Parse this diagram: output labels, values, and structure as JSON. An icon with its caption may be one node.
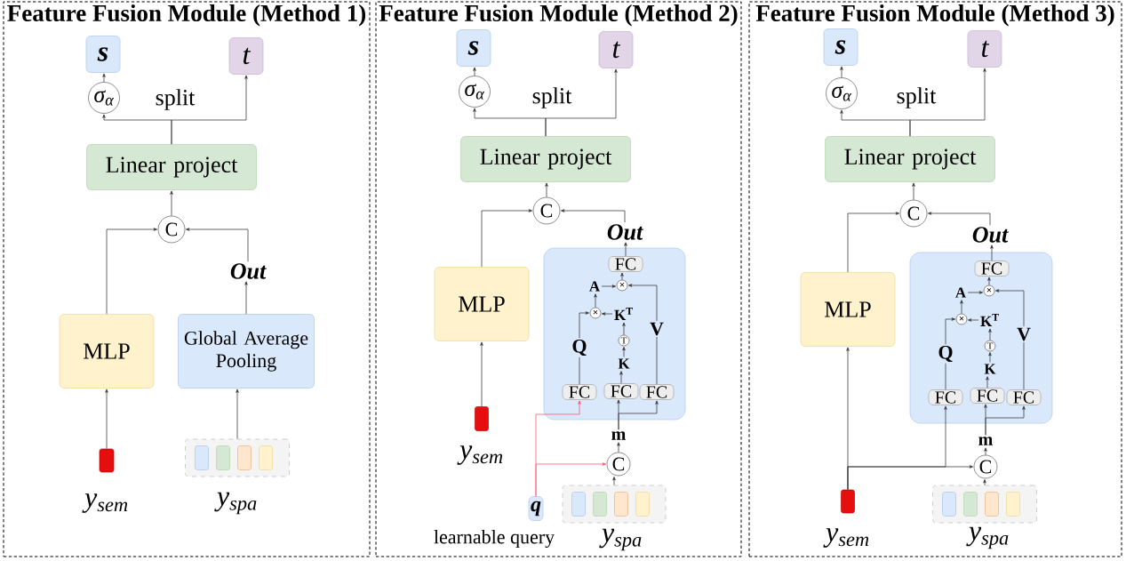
{
  "diagram": {
    "nodes": [
      {
        "text": [
          "Feature Fusion Module (Method 1)"
        ]
      },
      {
        "text": [
          "s"
        ],
        "in": 0
      },
      {
        "text": [
          "t"
        ],
        "in": 0
      },
      {
        "text": [
          "σ$_{α}$"
        ],
        "in": 0
      },
      {
        "text": [
          "Linear project"
        ],
        "in": 0
      },
      {
        "text": [
          "C"
        ],
        "in": 0
      },
      {
        "text": [
          "Out"
        ],
        "in": 0
      },
      {
        "text": [
          "MLP"
        ],
        "in": 0
      },
      {
        "text": [
          "Global Average Pooling"
        ],
        "in": 0
      },
      {
        "text": [],
        "shape": "bar",
        "beside": [
          "y$_{sem}$"
        ],
        "in": 0
      },
      {
        "text": [],
        "shape": "box",
        "beside": [
          "y$_{spa}$"
        ],
        "in": 0
      },
      {
        "text": [
          "Feature Fusion Module (Method 2)"
        ]
      },
      {
        "text": [
          "s"
        ],
        "in": 11
      },
      {
        "text": [
          "t"
        ],
        "in": 11
      },
      {
        "text": [
          "σ$_{α}$"
        ],
        "in": 11
      },
      {
        "text": [
          "Linear project"
        ],
        "in": 11
      },
      {
        "text": [
          "C"
        ],
        "in": 11
      },
      {
        "text": [
          "Out"
        ],
        "in": 11
      },
      {
        "text": [
          "MLP"
        ],
        "in": 11
      },
      {
        "text": [],
        "shape": "box",
        "in": 11
      },
      {
        "text": [
          "FC"
        ],
        "in": 19
      },
      {
        "text": [
          "A"
        ],
        "in": 19
      },
      {
        "text": [
          "×"
        ],
        "in": 19
      },
      {
        "text": [
          "×"
        ],
        "in": 19
      },
      {
        "text": [
          "K$^{T}$"
        ],
        "in": 19
      },
      {
        "text": [
          "T"
        ],
        "in": 19
      },
      {
        "text": [
          "K"
        ],
        "in": 19
      },
      {
        "text": [
          "FC"
        ],
        "in": 19
      },
      {
        "text": [
          "FC"
        ],
        "in": 19
      },
      {
        "text": [
          "FC"
        ],
        "in": 19
      },
      {
        "text": [
          "m"
        ],
        "in": 11
      },
      {
        "text": [
          "C"
        ],
        "in": 11
      },
      {
        "text": [],
        "shape": "bar",
        "beside": [
          "y$_{sem}$"
        ],
        "in": 11
      },
      {
        "text": [
          "q"
        ],
        "beside": [
          "learnable query"
        ],
        "in": 11
      },
      {
        "text": [],
        "shape": "box",
        "beside": [
          "y$_{spa}$"
        ],
        "in": 11
      },
      {
        "text": [
          "Feature Fusion Module (Method 3)"
        ]
      },
      {
        "text": [
          "s"
        ],
        "in": 35
      },
      {
        "text": [
          "t"
        ],
        "in": 35
      },
      {
        "text": [
          "σ$_{α}$"
        ],
        "in": 35
      },
      {
        "text": [
          "Linear project"
        ],
        "in": 35
      },
      {
        "text": [
          "C"
        ],
        "in": 35
      },
      {
        "text": [
          "Out"
        ],
        "in": 35
      },
      {
        "text": [
          "MLP"
        ],
        "in": 35
      },
      {
        "text": [],
        "shape": "box",
        "in": 35
      },
      {
        "text": [
          "FC"
        ],
        "in": 43
      },
      {
        "text": [
          "A"
        ],
        "in": 43
      },
      {
        "text": [
          "×"
        ],
        "in": 43
      },
      {
        "text": [
          "×"
        ],
        "in": 43
      },
      {
        "text": [
          "K$^{T}$"
        ],
        "in": 43
      },
      {
        "text": [
          "T"
        ],
        "in": 43
      },
      {
        "text": [
          "K"
        ],
        "in": 43
      },
      {
        "text": [
          "FC"
        ],
        "in": 43
      },
      {
        "text": [
          "FC"
        ],
        "in": 43
      },
      {
        "text": [
          "FC"
        ],
        "in": 43
      },
      {
        "text": [
          "m"
        ],
        "in": 35
      },
      {
        "text": [
          "C"
        ],
        "in": 35
      },
      {
        "text": [],
        "shape": "bar",
        "beside": [
          "y$_{sem}$"
        ],
        "in": 35
      },
      {
        "text": [],
        "shape": "box",
        "beside": [
          "y$_{spa}$"
        ],
        "in": 35
      }
    ],
    "edges": [
      {
        "from": 4,
        "to": 3,
        "arrow": "to"
      },
      {
        "from": 4,
        "to": 2,
        "arrow": "to"
      },
      {
        "from": 3,
        "to": 1,
        "arrow": "to"
      },
      {
        "from": 5,
        "to": 4,
        "arrow": "to"
      },
      {
        "from": 7,
        "to": 5,
        "arrow": "to"
      },
      {
        "from": 6,
        "to": 5,
        "arrow": "to"
      },
      {
        "from": 8,
        "to": 6,
        "arrow": "to"
      },
      {
        "from": 9,
        "to": 7,
        "arrow": "to"
      },
      {
        "from": 10,
        "to": 8,
        "arrow": "to"
      },
      {
        "from": 15,
        "to": 14,
        "arrow": "to"
      },
      {
        "from": 15,
        "to": 13,
        "arrow": "to"
      },
      {
        "from": 14,
        "to": 12,
        "arrow": "to"
      },
      {
        "from": 16,
        "to": 15,
        "arrow": "to"
      },
      {
        "from": 18,
        "to": 16,
        "arrow": "to"
      },
      {
        "from": 17,
        "to": 16,
        "arrow": "to"
      },
      {
        "from": 20,
        "to": 17,
        "arrow": "to"
      },
      {
        "from": 32,
        "to": 18,
        "arrow": "to"
      },
      {
        "from": 22,
        "to": 20,
        "arrow": "to"
      },
      {
        "from": 21,
        "to": 22,
        "arrow": "to"
      },
      {
        "from": 23,
        "to": 21,
        "arrow": "to"
      },
      {
        "from": 24,
        "to": 23,
        "arrow": "to"
      },
      {
        "from": 25,
        "to": 24,
        "arrow": "to"
      },
      {
        "from": 26,
        "to": 25,
        "arrow": "to"
      },
      {
        "from": 28,
        "to": 26,
        "arrow": "to"
      },
      {
        "from": 27,
        "to": 23,
        "arrow": "to",
        "label": "Q"
      },
      {
        "from": 29,
        "to": 22,
        "arrow": "to",
        "label": "V"
      },
      {
        "from": 31,
        "to": 30,
        "arrow": "to"
      },
      {
        "from": 30,
        "to": 28,
        "arrow": "to"
      },
      {
        "from": 30,
        "to": 29,
        "arrow": "to"
      },
      {
        "from": 34,
        "to": 31,
        "arrow": "to"
      },
      {
        "from": 33,
        "to": 31,
        "arrow": "to",
        "color": "#ff4d6d"
      },
      {
        "from": 33,
        "to": 27,
        "arrow": "to",
        "color": "#ff4d6d"
      },
      {
        "from": 39,
        "to": 38,
        "arrow": "to"
      },
      {
        "from": 39,
        "to": 37,
        "arrow": "to"
      },
      {
        "from": 38,
        "to": 36,
        "arrow": "to"
      },
      {
        "from": 40,
        "to": 39,
        "arrow": "to"
      },
      {
        "from": 42,
        "to": 40,
        "arrow": "to"
      },
      {
        "from": 41,
        "to": 40,
        "arrow": "to"
      },
      {
        "from": 44,
        "to": 41,
        "arrow": "to"
      },
      {
        "from": 56,
        "to": 42,
        "arrow": "to"
      },
      {
        "from": 46,
        "to": 44,
        "arrow": "to"
      },
      {
        "from": 45,
        "to": 46,
        "arrow": "to"
      },
      {
        "from": 47,
        "to": 45,
        "arrow": "to"
      },
      {
        "from": 48,
        "to": 47,
        "arrow": "to"
      },
      {
        "from": 49,
        "to": 48,
        "arrow": "to"
      },
      {
        "from": 50,
        "to": 49,
        "arrow": "to"
      },
      {
        "from": 52,
        "to": 50,
        "arrow": "to"
      },
      {
        "from": 51,
        "to": 47,
        "arrow": "to",
        "label": "Q"
      },
      {
        "from": 53,
        "to": 46,
        "arrow": "to",
        "label": "V"
      },
      {
        "from": 55,
        "to": 54,
        "arrow": "to"
      },
      {
        "from": 54,
        "to": 52,
        "arrow": "to"
      },
      {
        "from": 54,
        "to": 53,
        "arrow": "to"
      },
      {
        "from": 57,
        "to": 55,
        "arrow": "to"
      },
      {
        "from": 56,
        "to": 51,
        "arrow": "to"
      },
      {
        "from": 56,
        "to": 55,
        "arrow": "to"
      }
    ],
    "labels": [
      "split",
      "split",
      "split"
    ]
  }
}
